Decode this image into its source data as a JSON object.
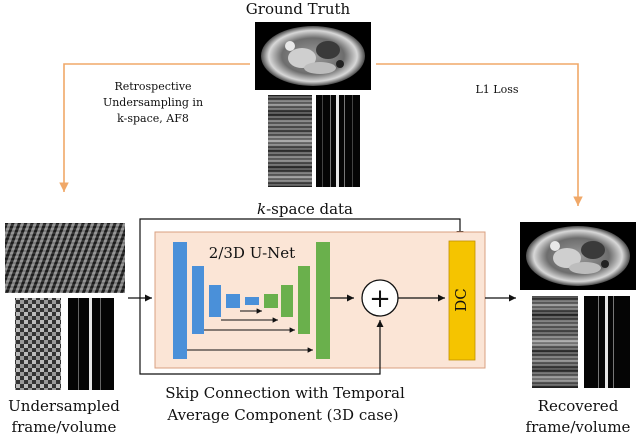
{
  "labels": {
    "ground_truth": "Ground Truth",
    "retro_line1": "Retrospective",
    "retro_line2": "Undersampling in",
    "retro_line3": "k-space, AF8",
    "l1_loss": "L1 Loss",
    "kspace_k": "k",
    "kspace_rest": "-space data",
    "unet": "2/3D U-Net",
    "dc": "DC",
    "plus": "+",
    "skip_line1": "Skip Connection with Temporal",
    "skip_line2": "Average Component (3D case)",
    "under_line1": "Undersampled",
    "under_line2": "frame/volume",
    "recovered_line1": "Recovered",
    "recovered_line2": "frame/volume"
  },
  "colors": {
    "orange_arrow": "#f0a868",
    "block_bg": "#fbe5d6",
    "block_border": "#d9a080",
    "encoder_blue": "#4a90d9",
    "decoder_green": "#6ab04c",
    "dc_yellow": "#f5c400"
  },
  "images": {
    "ground_truth_axial": "mri-axial-slice",
    "ground_truth_temporal": "mri-temporal-profile",
    "ground_truth_kspace": "kspace-profile",
    "undersampled_axial": "aliased-axial-slice",
    "undersampled_temporal": "aliased-temporal-profile",
    "undersampled_kspace": "undersampled-kspace-profile",
    "recovered_axial": "mri-axial-slice",
    "recovered_temporal": "mri-temporal-profile",
    "recovered_kspace": "kspace-profile"
  }
}
